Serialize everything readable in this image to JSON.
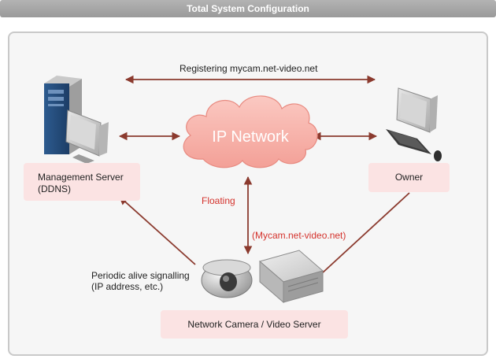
{
  "header": {
    "title": "Total System Configuration"
  },
  "diagram": {
    "registering_label": "Registering mycam.net-video.net",
    "network_label": "IP Network",
    "management_server": {
      "line1": "Management Server",
      "line2": "(DDNS)"
    },
    "owner_label": "Owner",
    "floating_label": "Floating",
    "domain_label": "(Mycam.net-video.net)",
    "signalling": {
      "line1": "Periodic alive signalling",
      "line2": "(IP address, etc.)"
    },
    "devices_label": "Network Camera /  Video Server"
  },
  "colors": {
    "arrow": "#8b3a2e",
    "cloud_fill": "#f7b4ac",
    "cloud_stroke": "#e88a80",
    "label_box": "#fbe3e3",
    "accent_text": "#d4322c"
  }
}
